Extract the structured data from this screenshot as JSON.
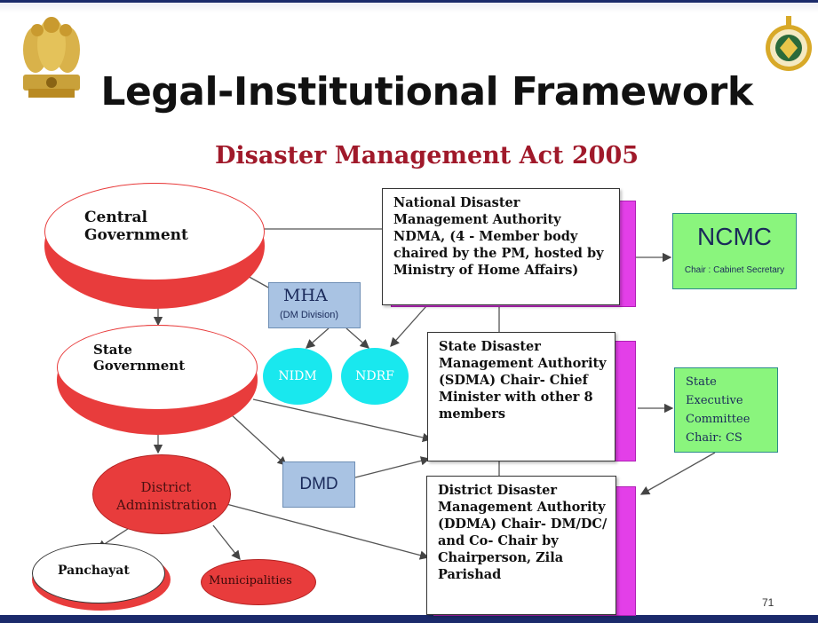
{
  "slide": {
    "title": "Legal-Institutional Framework",
    "subtitle": "Disaster Management Act 2005",
    "page_number": "71"
  },
  "nodes": {
    "central_government": "Central Government",
    "state_government": "State Government",
    "district_administration": "District Administration",
    "panchayat": "Panchayat",
    "municipalities": "Municipalities",
    "mha": {
      "title": "MHA",
      "subtitle": "(DM Division)"
    },
    "nidm": "NIDM",
    "ndrf": "NDRF",
    "dmd": "DMD",
    "ndma": "National Disaster Management Authority NDMA, (4 - Member body chaired by the PM, hosted by Ministry of Home Affairs)",
    "sdma": "State Disaster Management Authority (SDMA) Chair- Chief Minister with other 8 members",
    "ddma": "District Disaster Management Authority (DDMA) Chair- DM/DC/ and Co- Chair by Chairperson, Zila Parishad",
    "ncmc": {
      "title": "NCMC",
      "subtitle": "Chair : Cabinet Secretary"
    },
    "sec": "State Executive Committee Chair: CS"
  },
  "colors": {
    "accent_red": "#e83c3c",
    "title_red": "#a0192a",
    "magenta": "#e33fe8",
    "green": "#8af57d",
    "cyan": "#19e8ee",
    "light_blue": "#a9c3e3",
    "navy": "#1b2a6b"
  },
  "icons": {
    "left_logo": "national-emblem-icon",
    "right_logo": "nidm-seal-icon"
  }
}
